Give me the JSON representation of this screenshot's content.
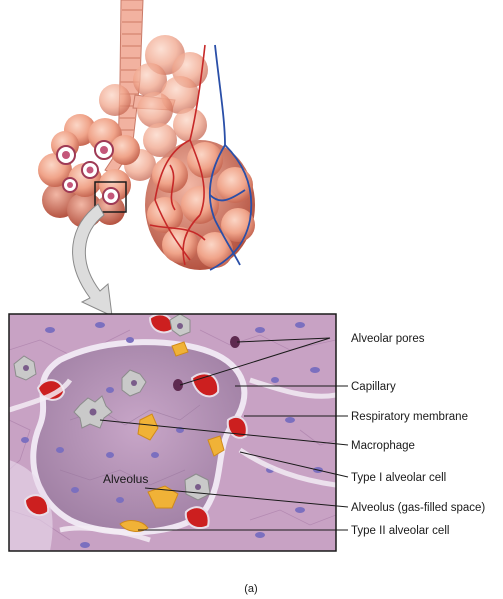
{
  "labels": {
    "alveolar_pores": "Alveolar pores",
    "capillary": "Capillary",
    "respiratory_membrane": "Respiratory membrane",
    "macrophage": "Macrophage",
    "type_i_cell": "Type I alveolar cell",
    "alveolus_gas": "Alveolus (gas-filled space)",
    "type_ii_cell": "Type II alveolar cell",
    "alveolus": "Alveolus"
  },
  "caption": "(a)",
  "colors": {
    "tissue": "#c8a2c4",
    "alveolus_space": "#b08fb2",
    "blood_cell": "#cc1f1f",
    "alveolar_sac": "#f0a48a",
    "artery": "#c62828",
    "vein": "#2a4fa8",
    "type_ii": "#f0b237"
  }
}
